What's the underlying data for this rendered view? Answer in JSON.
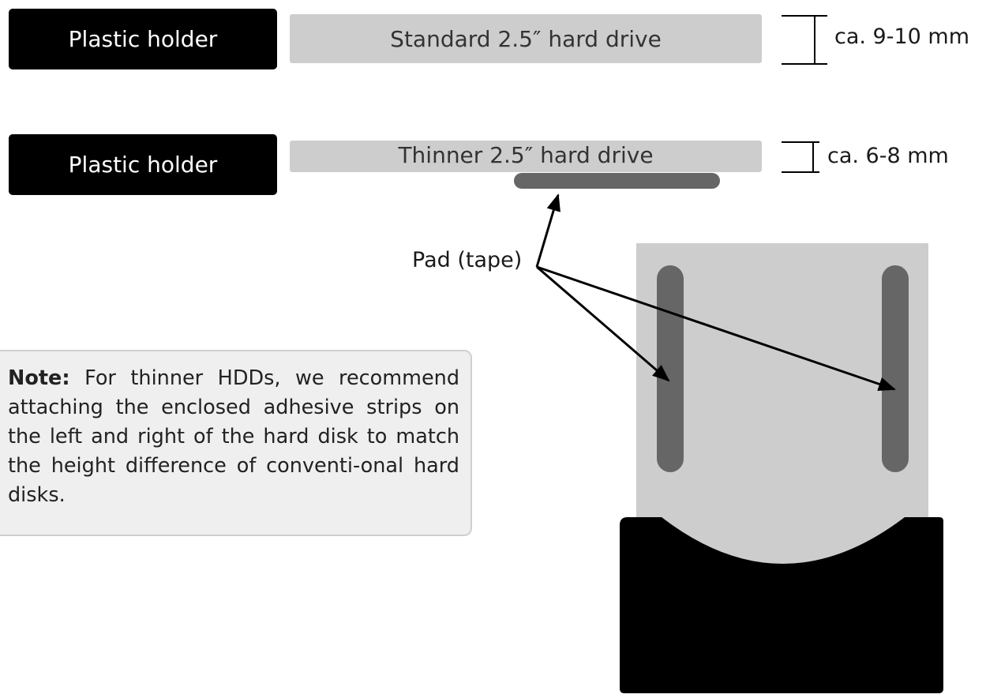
{
  "rows": [
    {
      "holder_label": "Plastic holder",
      "drive_label": "Standard 2.5″ hard drive",
      "dimension": "ca. 9-10 mm"
    },
    {
      "holder_label": "Plastic holder",
      "drive_label": "Thinner 2.5″ hard drive",
      "dimension": "ca. 6-8 mm"
    }
  ],
  "pad_label": "Pad (tape)",
  "note": {
    "heading": "Note:",
    "body": "For thinner HDDs, we recommend attaching the enclosed adhesive strips on the left and right of the hard disk to match the height difference of conventi-onal hard disks."
  },
  "colors": {
    "holder": "#000000",
    "drive": "#cdcdcd",
    "pad": "#666666",
    "note_background": "#efefef"
  }
}
